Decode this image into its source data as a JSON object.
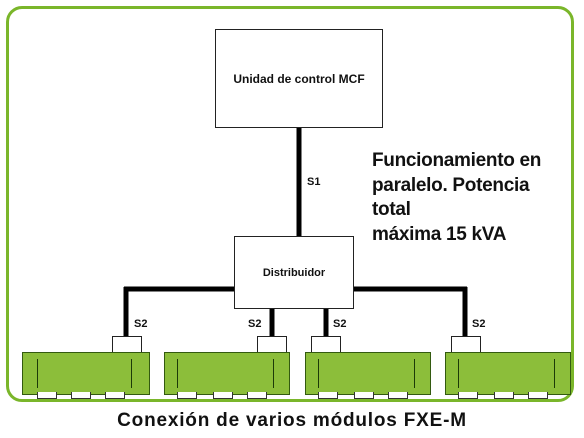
{
  "control_unit": {
    "label": "Unidad de control MCF"
  },
  "distributor": {
    "label": "Distribuidor"
  },
  "links": {
    "s1": "S1",
    "s2": "S2"
  },
  "note": {
    "text": "Funcionamiento en\nparalelo. Potencia\ntotal\nmáxima 15 kVA"
  },
  "caption": {
    "text": "Conexión de varios módulos FXE-M"
  },
  "colors": {
    "frame": "#7ab62a",
    "module": "#8cbe3a",
    "wire": "#000000"
  }
}
